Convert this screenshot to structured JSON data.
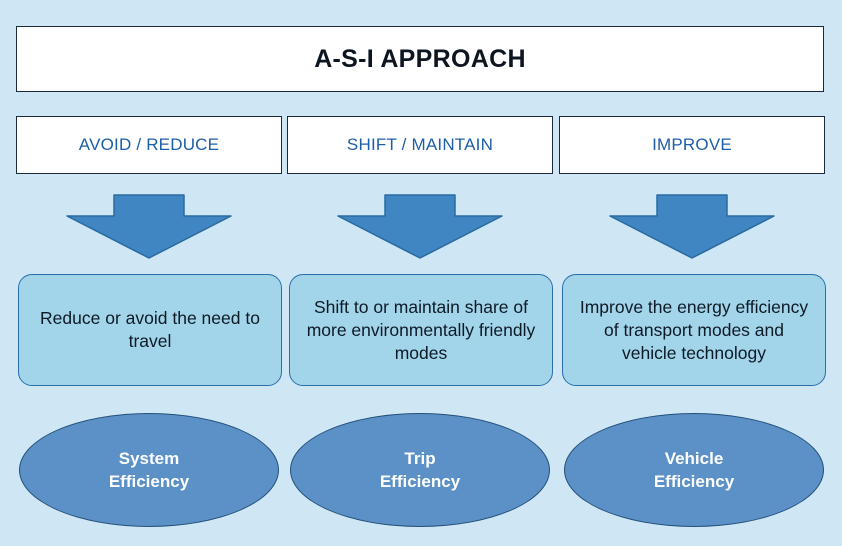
{
  "title": "A-S-I APPROACH",
  "columns": [
    {
      "header": "AVOID / REDUCE",
      "description": "Reduce or avoid the need to travel",
      "outcome": "System\nEfficiency"
    },
    {
      "header": "SHIFT / MAINTAIN",
      "description": "Shift to or maintain share of more environmentally friendly modes",
      "outcome": "Trip\nEfficiency"
    },
    {
      "header": "IMPROVE",
      "description": "Improve the energy efficiency of transport modes and vehicle technology",
      "outcome": "Vehicle\nEfficiency"
    }
  ],
  "colors": {
    "background": "#cfe7f4",
    "header_text": "#1d5ea8",
    "arrow": "#3f86c3",
    "description_fill": "#a2d4ea",
    "outcome_fill": "#5b91c6"
  }
}
